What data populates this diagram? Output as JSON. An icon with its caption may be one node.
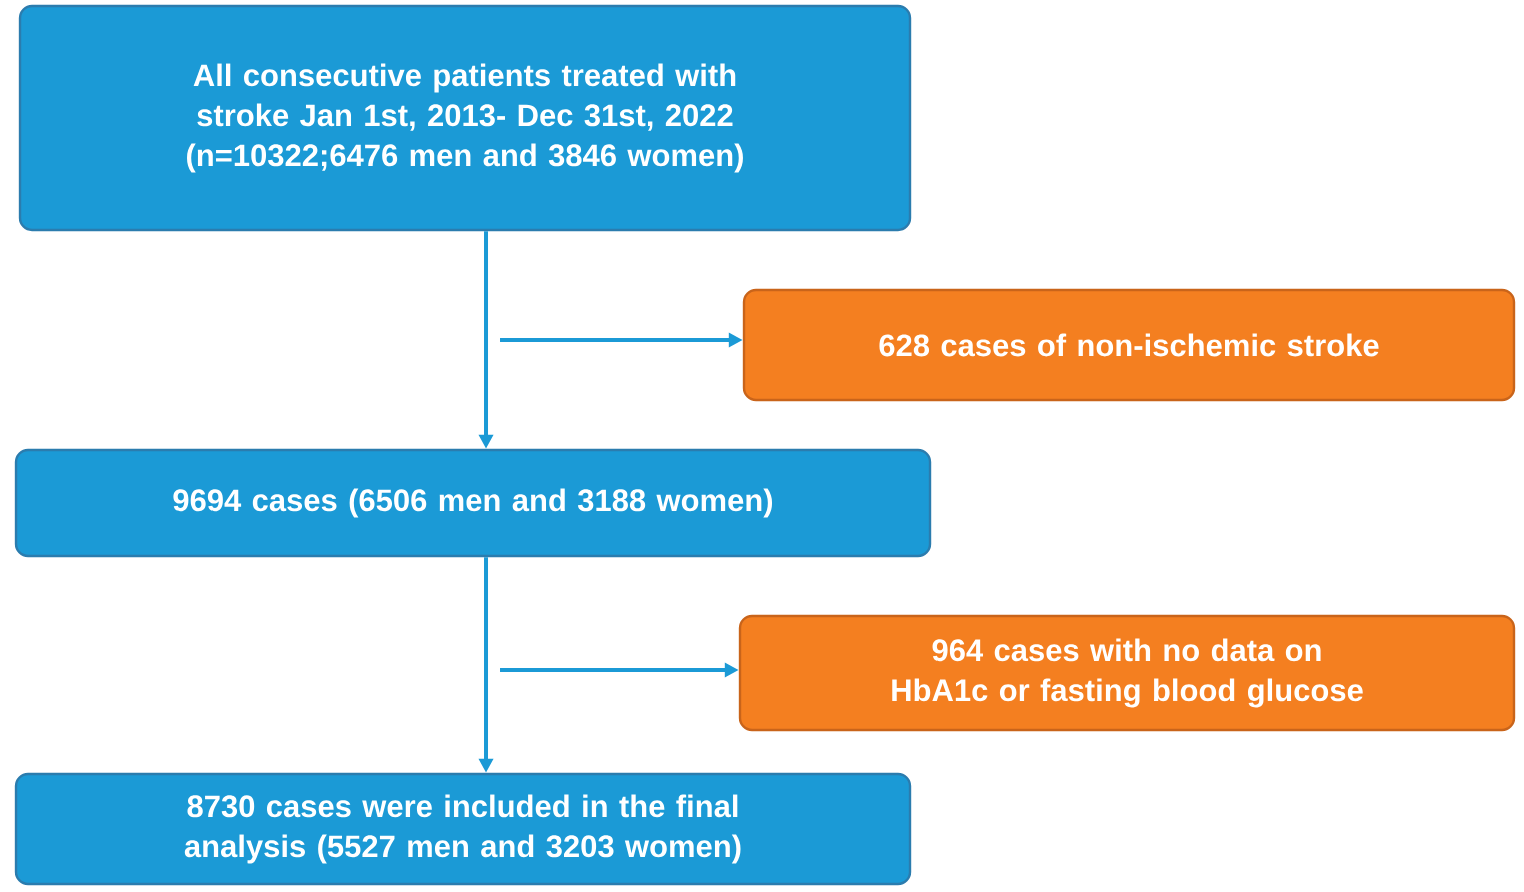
{
  "diagram": {
    "nodes": [
      {
        "text": [
          "All consecutive patients treated with stroke Jan 1st, 2013- Dec 31st, 2022 (n=10322;6476 men and 3846 women)"
        ]
      },
      {
        "text": [
          "628 cases of non-ischemic stroke"
        ]
      },
      {
        "text": [
          "9694 cases (6506 men and 3188 women)"
        ]
      },
      {
        "text": [
          "964 cases with no data on HbA1c or fasting blood glucose"
        ]
      },
      {
        "text": [
          "8730 cases were included in  the final analysis (5527 men and 3203 women)"
        ]
      }
    ],
    "edges": [
      {
        "from": 0,
        "to": 2,
        "arrow": "to"
      },
      {
        "from": null,
        "to": 1,
        "arrow": "to"
      },
      {
        "from": 2,
        "to": 4,
        "arrow": "to"
      },
      {
        "from": null,
        "to": 3,
        "arrow": "to"
      }
    ]
  }
}
